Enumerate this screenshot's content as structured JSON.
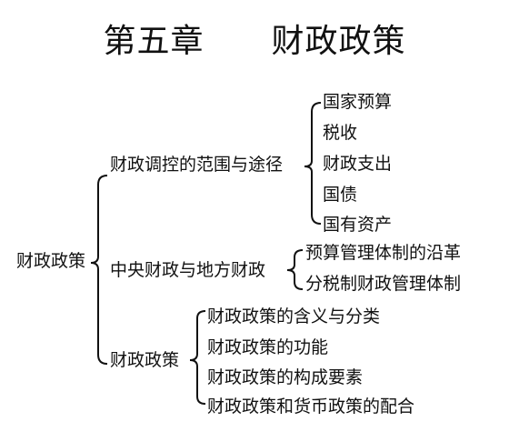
{
  "title": "第五章　　财政政策",
  "root": "财政政策",
  "branches": [
    {
      "label": "财政调控的范围与途径",
      "items": [
        "国家预算",
        "税收",
        "财政支出",
        "国债",
        "国有资产"
      ]
    },
    {
      "label": "中央财政与地方财政",
      "items": [
        "预算管理体制的沿革",
        "分税制财政管理体制"
      ]
    },
    {
      "label": "财政政策",
      "items": [
        "财政政策的含义与分类",
        "财政政策的功能",
        "财政政策的构成要素",
        "财政政策和货币政策的配合"
      ]
    }
  ]
}
